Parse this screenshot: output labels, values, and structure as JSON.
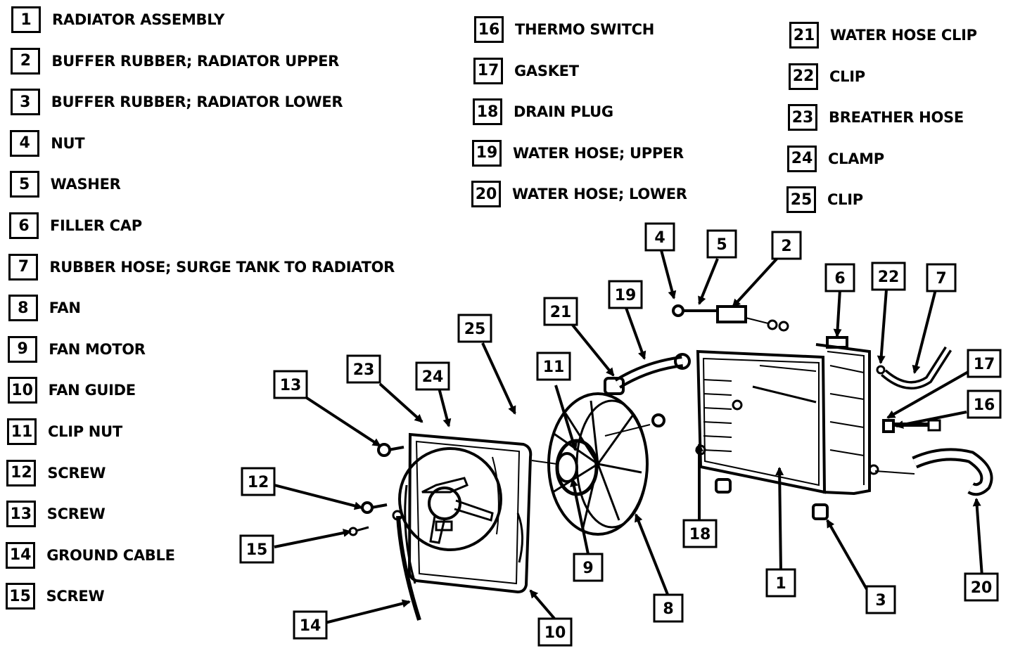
{
  "legend": [
    {
      "num": "1",
      "label": "RADIATOR ASSEMBLY"
    },
    {
      "num": "2",
      "label": "BUFFER RUBBER; RADIATOR UPPER"
    },
    {
      "num": "3",
      "label": "BUFFER RUBBER; RADIATOR LOWER"
    },
    {
      "num": "4",
      "label": "NUT"
    },
    {
      "num": "5",
      "label": "WASHER"
    },
    {
      "num": "6",
      "label": "FILLER CAP"
    },
    {
      "num": "7",
      "label": "RUBBER HOSE; SURGE TANK TO RADIATOR"
    },
    {
      "num": "8",
      "label": "FAN"
    },
    {
      "num": "9",
      "label": "FAN MOTOR"
    },
    {
      "num": "10",
      "label": "FAN GUIDE"
    },
    {
      "num": "11",
      "label": "CLIP NUT"
    },
    {
      "num": "12",
      "label": "SCREW"
    },
    {
      "num": "13",
      "label": "SCREW"
    },
    {
      "num": "14",
      "label": "GROUND CABLE"
    },
    {
      "num": "15",
      "label": "SCREW"
    },
    {
      "num": "16",
      "label": "THERMO SWITCH"
    },
    {
      "num": "17",
      "label": "GASKET"
    },
    {
      "num": "18",
      "label": "DRAIN PLUG"
    },
    {
      "num": "19",
      "label": "WATER HOSE; UPPER"
    },
    {
      "num": "20",
      "label": "WATER HOSE; LOWER"
    },
    {
      "num": "21",
      "label": "WATER HOSE CLIP"
    },
    {
      "num": "22",
      "label": "CLIP"
    },
    {
      "num": "23",
      "label": "BREATHER HOSE"
    },
    {
      "num": "24",
      "label": "CLAMP"
    },
    {
      "num": "25",
      "label": "CLIP"
    }
  ],
  "callouts": [
    "1",
    "2",
    "3",
    "4",
    "5",
    "6",
    "7",
    "8",
    "9",
    "10",
    "11",
    "12",
    "13",
    "14",
    "15",
    "16",
    "17",
    "18",
    "19",
    "20",
    "21",
    "22",
    "23",
    "24",
    "25"
  ]
}
